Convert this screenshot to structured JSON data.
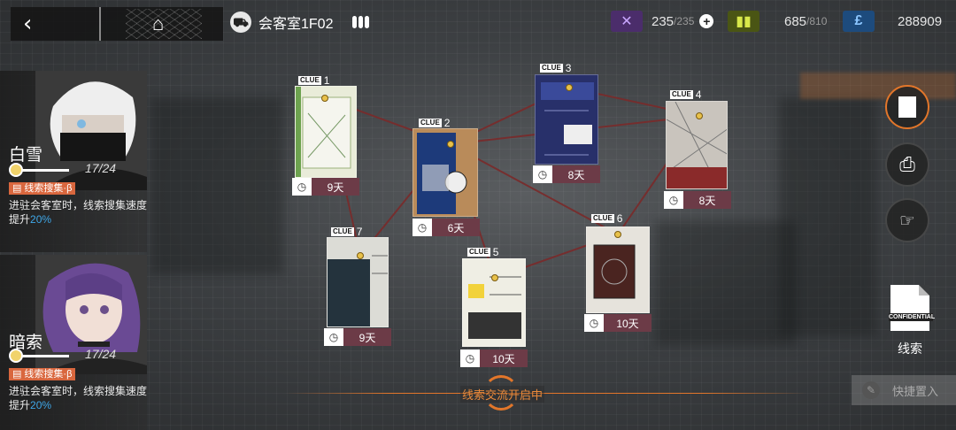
{
  "topbar": {
    "room_name": "会客室1F02",
    "resources": {
      "drone_value": "235",
      "drone_max": "/235",
      "power_value": "685",
      "power_max": "/810",
      "lmd_value": "288909"
    }
  },
  "operators": [
    {
      "name": "白雪",
      "morale": "17/24",
      "skill": "线索搜集·β",
      "desc_prefix": "进驻会客室时，线索搜集速度提升",
      "desc_value": "20%"
    },
    {
      "name": "暗索",
      "morale": "17/24",
      "skill": "线索搜集·β",
      "desc_prefix": "进驻会客室时，线索搜集速度提升",
      "desc_value": "20%"
    }
  ],
  "clues": [
    {
      "tag": "CLUE",
      "num": "1",
      "days": "9天"
    },
    {
      "tag": "CLUE",
      "num": "2",
      "days": "6天"
    },
    {
      "tag": "CLUE",
      "num": "3",
      "days": "8天"
    },
    {
      "tag": "CLUE",
      "num": "4",
      "days": "8天"
    },
    {
      "tag": "CLUE",
      "num": "5",
      "days": "10天"
    },
    {
      "tag": "CLUE",
      "num": "6",
      "days": "10天"
    },
    {
      "tag": "CLUE",
      "num": "7",
      "days": "9天"
    }
  ],
  "side": {
    "confidential": "CONFIDENTIAL",
    "clue_label": "线索",
    "quick_place": "快捷置入"
  },
  "exchange": {
    "status": "线索交流开启中"
  },
  "icons": {
    "back": "back-arrow-icon",
    "home": "home-icon",
    "room": "reception-room-icon",
    "drone": "drone-icon",
    "power": "battery-icon",
    "lmd": "lmd-currency-icon",
    "clock": "clock-icon",
    "confidential": "confidential-document-icon",
    "print": "printer-icon",
    "hand": "hand-give-icon",
    "quick": "quick-place-icon"
  },
  "colors": {
    "accent_orange": "#e2762a",
    "skill_tag": "#d9673e",
    "highlight_blue": "#3fa7e8",
    "timer_bg": "#6c3b47",
    "drone_purple": "#7b4aa8",
    "power_yellow": "#c7d23a",
    "lmd_blue": "#2a6fb8"
  }
}
